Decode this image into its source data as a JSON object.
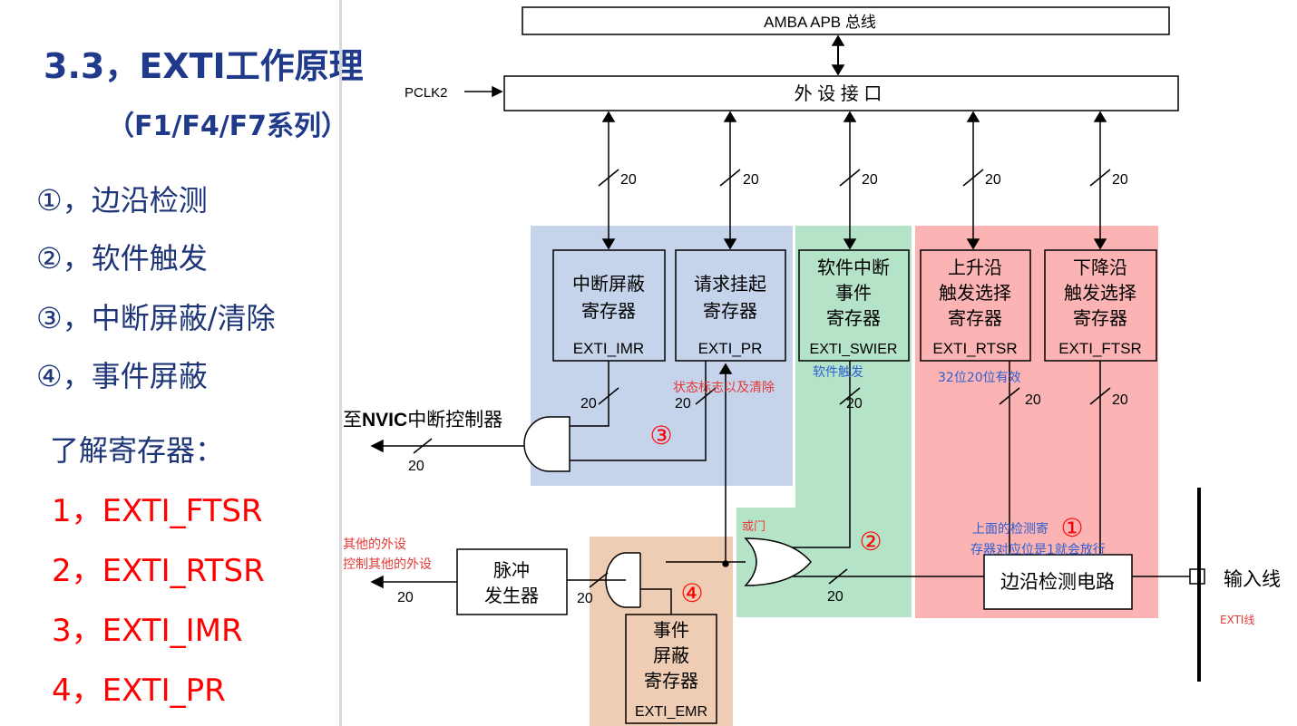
{
  "slide": {
    "title": "3.3，EXTI工作原理",
    "subtitle": "（F1/F4/F7系列）",
    "features": [
      "①，边沿检测",
      "②，软件触发",
      "③，中断屏蔽/清除",
      "④，事件屏蔽"
    ],
    "learn_label": "了解寄存器：",
    "registers": [
      "1，EXTI_FTSR",
      "2，EXTI_RTSR",
      "3，EXTI_IMR",
      "4，EXTI_PR"
    ]
  },
  "diagram": {
    "bus_label": "AMBA APB 总线",
    "pclk_label": "PCLK2",
    "periph_label": "外 设 接 口",
    "bus_width": "20",
    "imr": {
      "lines": [
        "中断屏蔽",
        "寄存器"
      ],
      "name": "EXTI_IMR"
    },
    "pr": {
      "lines": [
        "请求挂起",
        "寄存器"
      ],
      "name": "EXTI_PR"
    },
    "swier": {
      "lines": [
        "软件中断",
        "事件",
        "寄存器"
      ],
      "name": "EXTI_SWIER"
    },
    "rtsr": {
      "lines": [
        "上升沿",
        "触发选择",
        "寄存器"
      ],
      "name": "EXTI_RTSR"
    },
    "ftsr": {
      "lines": [
        "下降沿",
        "触发选择",
        "寄存器"
      ],
      "name": "EXTI_FTSR"
    },
    "emr": {
      "lines": [
        "事件",
        "屏蔽",
        "寄存器"
      ],
      "name": "EXTI_EMR"
    },
    "edge_circuit": "边沿检测电路",
    "pulse_gen": [
      "脉冲",
      "发生器"
    ],
    "nvic_prefix": "至",
    "nvic_bold": "NVIC",
    "nvic_suffix": "中断控制器",
    "input_line": "输入线",
    "annotations": {
      "pr_note": "状态标志以及清除",
      "sw_note": "软件触发",
      "bits_note": "32位20位有效",
      "or_gate": "或门",
      "detect_note1": "上面的检测寄",
      "detect_note2": "存器对应位是1就会放行",
      "other1": "其他的外设",
      "other2": "控制其他的外设",
      "exti_line": "EXTI线"
    },
    "circles": [
      "①",
      "②",
      "③",
      "④"
    ]
  },
  "colors": {
    "title_blue": "#1f3a8a",
    "register_red": "#ff0000",
    "blue_region": "#c5d3eb",
    "green_region": "#b5e3c8",
    "red_region": "#fbb3b3",
    "brown_region": "#efcdb4",
    "annotation_red": "#e53935",
    "annotation_blue": "#2f5fd0"
  }
}
